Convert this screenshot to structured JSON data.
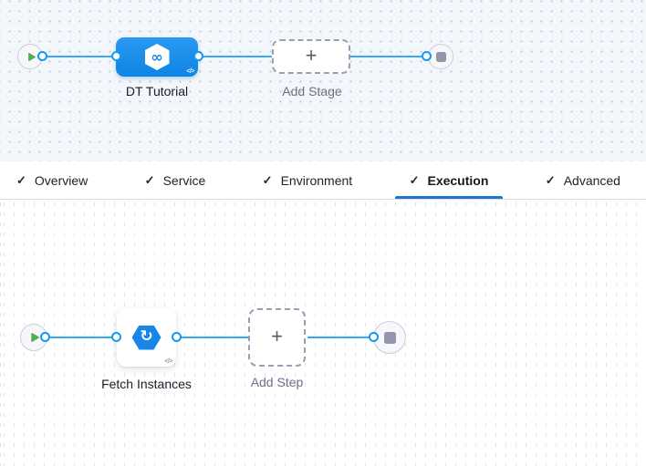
{
  "stage_graph": {
    "stage": {
      "label": "DT Tutorial",
      "infinity_icon": "∞"
    },
    "add_stage": {
      "label": "Add Stage",
      "plus_icon": "+"
    },
    "code_icon": "</>"
  },
  "tabs": {
    "check_icon": "✓",
    "items": [
      {
        "label": "Overview",
        "active": false
      },
      {
        "label": "Service",
        "active": false
      },
      {
        "label": "Environment",
        "active": false
      },
      {
        "label": "Execution",
        "active": true
      },
      {
        "label": "Advanced",
        "active": false
      }
    ]
  },
  "step_graph": {
    "step": {
      "label": "Fetch Instances",
      "refresh_icon": "↻"
    },
    "add_step": {
      "label": "Add Step",
      "plus_icon": "+"
    },
    "code_icon": "</>"
  },
  "colors": {
    "canvas_top_bg": "#f3f7fb",
    "edge_blue": "#36aaf2",
    "node_blue": "#1686e8",
    "active_tab_underline": "#1976d2",
    "play_green": "#4caf50",
    "stop_gray": "#9395aa"
  }
}
